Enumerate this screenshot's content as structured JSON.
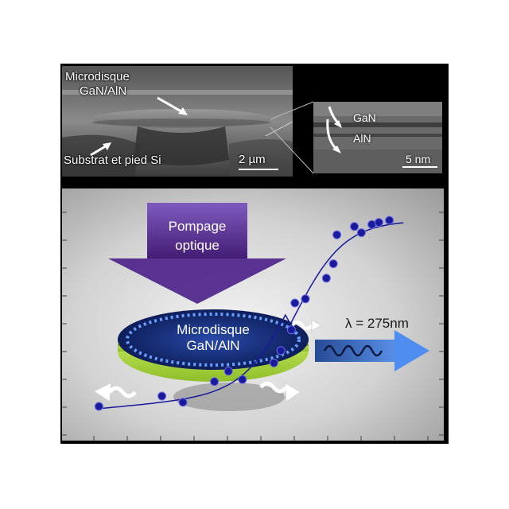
{
  "sem": {
    "label_disk_line1": "Microdisque",
    "label_disk_line2": "GaN/AlN",
    "label_substrate": "Substrat et pied Si",
    "scalebar": "2 µm"
  },
  "tem": {
    "label_gan": "GaN",
    "label_aln": "AlN",
    "scalebar": "5 nm"
  },
  "main": {
    "pump_line1": "Pompage",
    "pump_line2": "optique",
    "disk_line1": "Microdisque",
    "disk_line2": "GaN/AlN",
    "wavelength": "λ = 275nm"
  },
  "colors": {
    "pump_arrow": "#5b2a9e",
    "emission_arrow": "#2f6fd8",
    "data_points": "#1a1a9c",
    "disk_top": "#1a2f8a",
    "disk_side": "#b7e34a"
  },
  "chart_data": {
    "type": "scatter",
    "title": "",
    "xlabel": "",
    "ylabel": "",
    "x": [
      0.06,
      0.24,
      0.3,
      0.39,
      0.43,
      0.47,
      0.56,
      0.58,
      0.61,
      0.62,
      0.65,
      0.71,
      0.73,
      0.74,
      0.79,
      0.81,
      0.84,
      0.86,
      0.89
    ],
    "y": [
      0.1,
      0.15,
      0.12,
      0.22,
      0.27,
      0.23,
      0.31,
      0.37,
      0.47,
      0.6,
      0.62,
      0.72,
      0.79,
      0.93,
      0.97,
      0.94,
      0.98,
      0.99,
      1.0
    ]
  }
}
